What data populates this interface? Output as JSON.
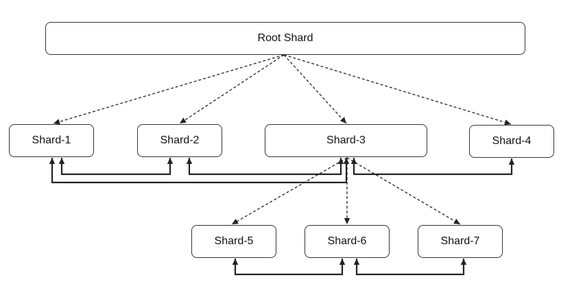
{
  "diagram": {
    "colors": {
      "stroke": "#222222",
      "box_border": "#333333",
      "text": "#111111",
      "background": "#ffffff"
    },
    "nodes": {
      "root": {
        "label": "Root Shard"
      },
      "s1": {
        "label": "Shard-1"
      },
      "s2": {
        "label": "Shard-2"
      },
      "s3": {
        "label": "Shard-3"
      },
      "s4": {
        "label": "Shard-4"
      },
      "s5": {
        "label": "Shard-5"
      },
      "s6": {
        "label": "Shard-6"
      },
      "s7": {
        "label": "Shard-7"
      }
    },
    "edges": [
      {
        "from": "root",
        "to": "s1",
        "style": "dashed"
      },
      {
        "from": "root",
        "to": "s2",
        "style": "dashed"
      },
      {
        "from": "root",
        "to": "s3",
        "style": "dashed"
      },
      {
        "from": "root",
        "to": "s4",
        "style": "dashed"
      },
      {
        "from": "s3",
        "to": "s5",
        "style": "dashed"
      },
      {
        "from": "s3",
        "to": "s6",
        "style": "dashed"
      },
      {
        "from": "s3",
        "to": "s7",
        "style": "dashed"
      },
      {
        "from": "s1",
        "to": "s2",
        "style": "solid",
        "bidirectional": true
      },
      {
        "from": "s2",
        "to": "s3",
        "style": "solid",
        "bidirectional": true
      },
      {
        "from": "s1",
        "to": "s3",
        "style": "solid",
        "bidirectional": true
      },
      {
        "from": "s3",
        "to": "s4",
        "style": "solid",
        "bidirectional": true
      },
      {
        "from": "s5",
        "to": "s6",
        "style": "solid",
        "bidirectional": true
      },
      {
        "from": "s6",
        "to": "s7",
        "style": "solid",
        "bidirectional": true
      }
    ]
  }
}
